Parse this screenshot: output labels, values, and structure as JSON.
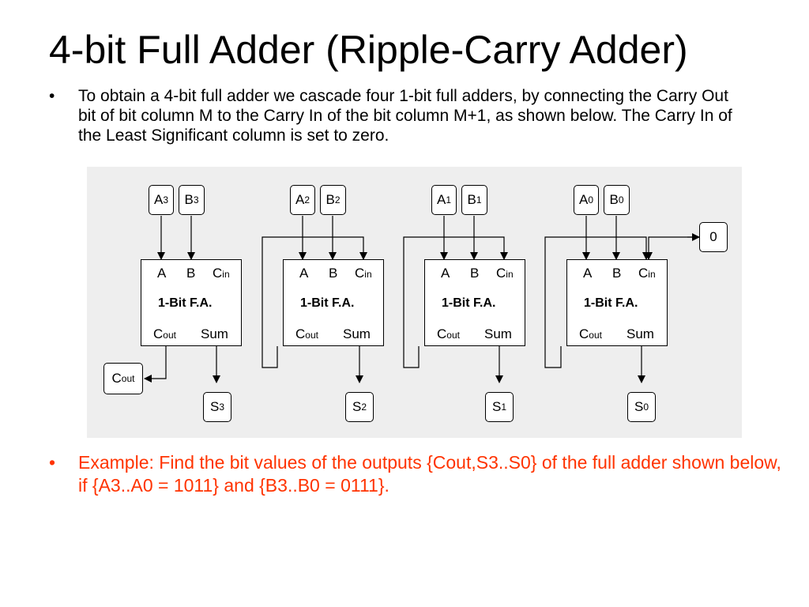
{
  "title": "4-bit Full Adder (Ripple-Carry Adder)",
  "bullets": {
    "mark": "•",
    "intro": "To obtain a 4-bit full adder we cascade four 1-bit full adders, by connecting the Carry Out bit of  bit column M to the Carry In of the bit column M+1, as shown below. The Carry In of the Least Significant column is set to zero.",
    "example": "Example: Find the bit values of the outputs {Cout,S3..S0} of the full adder shown below, if {A3..A0 = 1011} and {B3..B0 = 0111}."
  },
  "diagram": {
    "adders": [
      {
        "title": "1-Bit F.A.",
        "a": "A",
        "b": "B",
        "c": "C",
        "in": "in",
        "cout_c": "C",
        "cout_sub": "out",
        "sum": "Sum",
        "a_in": "A",
        "a_idx": "3",
        "b_in": "B",
        "b_idx": "3",
        "s": "S",
        "s_idx": "3"
      },
      {
        "title": "1-Bit F.A.",
        "a": "A",
        "b": "B",
        "c": "C",
        "in": "in",
        "cout_c": "C",
        "cout_sub": "out",
        "sum": "Sum",
        "a_in": "A",
        "a_idx": "2",
        "b_in": "B",
        "b_idx": "2",
        "s": "S",
        "s_idx": "2"
      },
      {
        "title": "1-Bit F.A.",
        "a": "A",
        "b": "B",
        "c": "C",
        "in": "in",
        "cout_c": "C",
        "cout_sub": "out",
        "sum": "Sum",
        "a_in": "A",
        "a_idx": "1",
        "b_in": "B",
        "b_idx": "1",
        "s": "S",
        "s_idx": "1"
      },
      {
        "title": "1-Bit F.A.",
        "a": "A",
        "b": "B",
        "c": "C",
        "in": "in",
        "cout_c": "C",
        "cout_sub": "out",
        "sum": "Sum",
        "a_in": "A",
        "a_idx": "0",
        "b_in": "B",
        "b_idx": "0",
        "s": "S",
        "s_idx": "0"
      }
    ],
    "carry_in_value": "0",
    "carry_out": {
      "c": "C",
      "sub": "out"
    }
  }
}
